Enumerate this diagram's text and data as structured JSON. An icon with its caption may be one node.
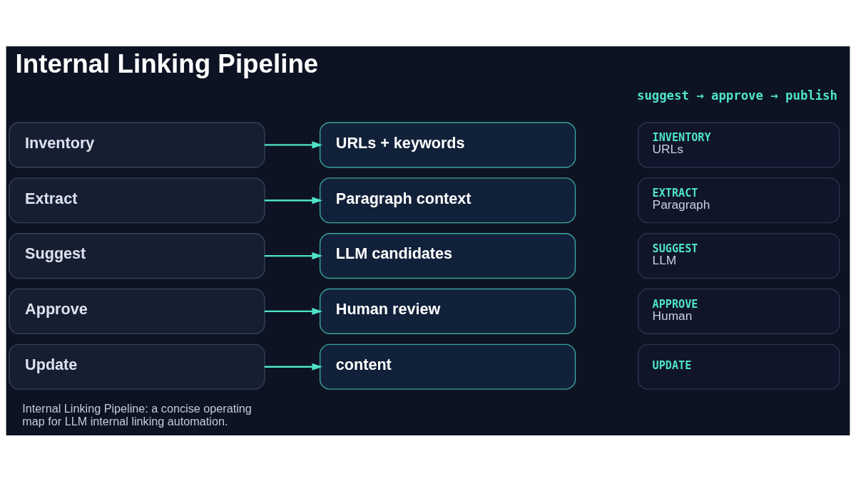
{
  "diagram": {
    "title": "Internal Linking Pipeline",
    "caption": "Internal Linking Pipeline: a concise operating map for LLM internal linking automation.",
    "nodes": [
      {
        "text": [
          "Inventory"
        ]
      },
      {
        "text": [
          "URLs + keywords"
        ]
      },
      {
        "text": [
          "INVENTORY",
          "URLs"
        ]
      },
      {
        "text": [
          "Extract"
        ]
      },
      {
        "text": [
          "Paragraph context"
        ]
      },
      {
        "text": [
          "EXTRACT",
          "Paragraph"
        ]
      },
      {
        "text": [
          "Suggest"
        ]
      },
      {
        "text": [
          "LLM candidates"
        ]
      },
      {
        "text": [
          "SUGGEST",
          "LLM"
        ]
      },
      {
        "text": [
          "Approve"
        ]
      },
      {
        "text": [
          "Human review"
        ]
      },
      {
        "text": [
          "APPROVE",
          "Human"
        ]
      },
      {
        "text": [
          "Update"
        ]
      },
      {
        "text": [
          "content"
        ]
      },
      {
        "text": [
          "UPDATE"
        ]
      }
    ],
    "edges": [
      {
        "from": 0,
        "to": 1,
        "arrow": "to"
      },
      {
        "from": 3,
        "to": 4,
        "arrow": "to"
      },
      {
        "from": 6,
        "to": 7,
        "arrow": "to"
      },
      {
        "from": 9,
        "to": 10,
        "arrow": "to"
      },
      {
        "from": 12,
        "to": 13,
        "arrow": "to"
      }
    ],
    "labels": [
      "suggest → approve → publish"
    ]
  }
}
